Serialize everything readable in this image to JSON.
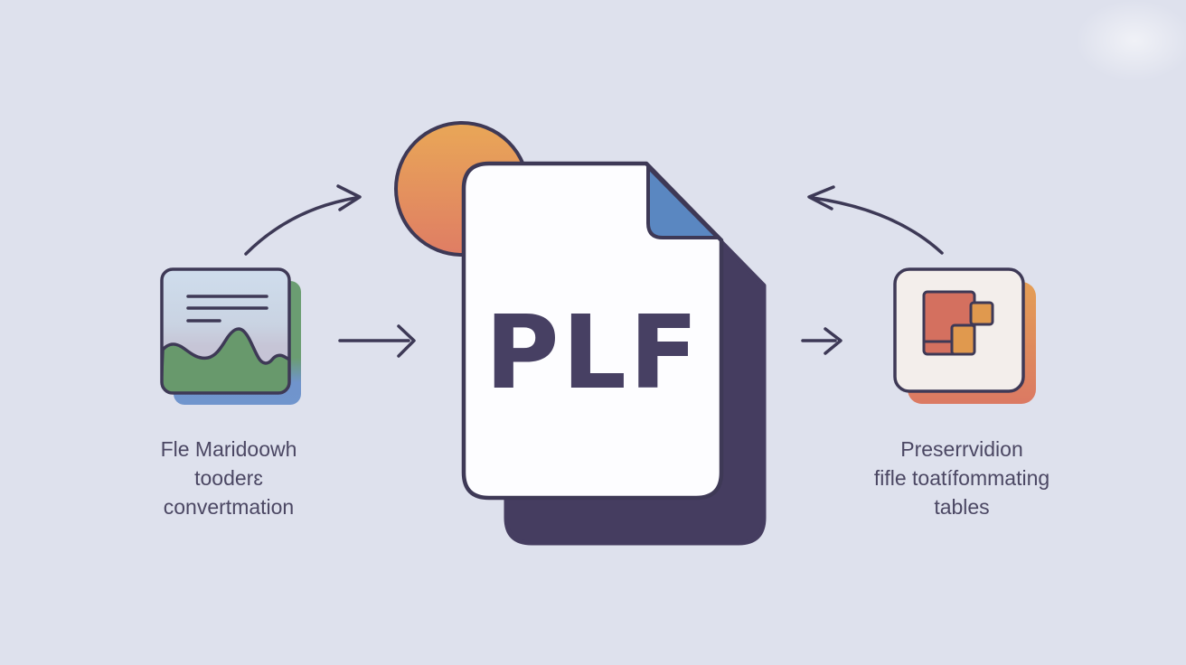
{
  "scene": {
    "background_color": "#dee1ed",
    "outline_color": "#3e3956",
    "text_color": "#4b4763",
    "center_file": {
      "label": "PLF",
      "page_color": "#fdfdff",
      "fold_color": "#5a87c1",
      "shadow_color": "#453d60",
      "circle_gradient_top": "#e9a757",
      "circle_gradient_bottom": "#df7d64"
    },
    "left_item": {
      "icon": "image-document-icon",
      "caption_lines": [
        "Fle Maridoowh",
        "tooderɛ",
        "convertmation"
      ],
      "sky_color": "#cfdded",
      "haze_color": "#c6c5d6",
      "mountain_color": "#68996c",
      "shadow_color_top": "#6b9d72",
      "shadow_color_bottom": "#7094cc"
    },
    "right_item": {
      "icon": "layout-blocks-icon",
      "caption_lines": [
        "Preserrvidion",
        "fifle toatífommating",
        "tables"
      ],
      "card_color": "#f3eeeb",
      "block_color_salmon": "#d4705f",
      "block_color_orange": "#e0994e",
      "shadow_color_top": "#e49e55",
      "shadow_color_bottom": "#db7963"
    }
  }
}
